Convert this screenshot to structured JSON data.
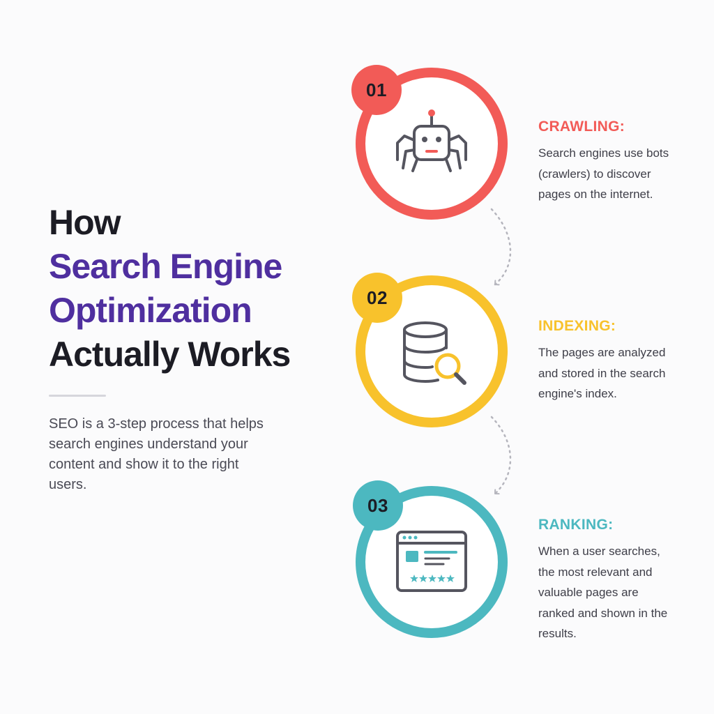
{
  "headline": {
    "line1": "How",
    "line2": "Search Engine",
    "line3": "Optimization",
    "line4": "Actually Works"
  },
  "intro": "SEO is a 3-step process that helps search engines understand your content and show it to the right users.",
  "colors": {
    "heading": "#1c1c24",
    "accent": "#4f2f9f",
    "step1": "#f25b57",
    "step2": "#f8c22c",
    "step3": "#4cb8c0",
    "icon_stroke": "#55555f"
  },
  "steps": [
    {
      "number": "01",
      "title": "CRAWLING:",
      "description": "Search engines use bots (crawlers) to discover pages on the internet.",
      "icon": "robot-spider-icon",
      "color": "#f25b57"
    },
    {
      "number": "02",
      "title": "INDEXING:",
      "description": "The pages are analyzed and stored in the search engine's index.",
      "icon": "database-search-icon",
      "color": "#f8c22c"
    },
    {
      "number": "03",
      "title": "RANKING:",
      "description": "When a user searches, the most relevant and valuable pages are ranked and shown in the results.",
      "icon": "browser-rating-icon",
      "color": "#4cb8c0"
    }
  ]
}
